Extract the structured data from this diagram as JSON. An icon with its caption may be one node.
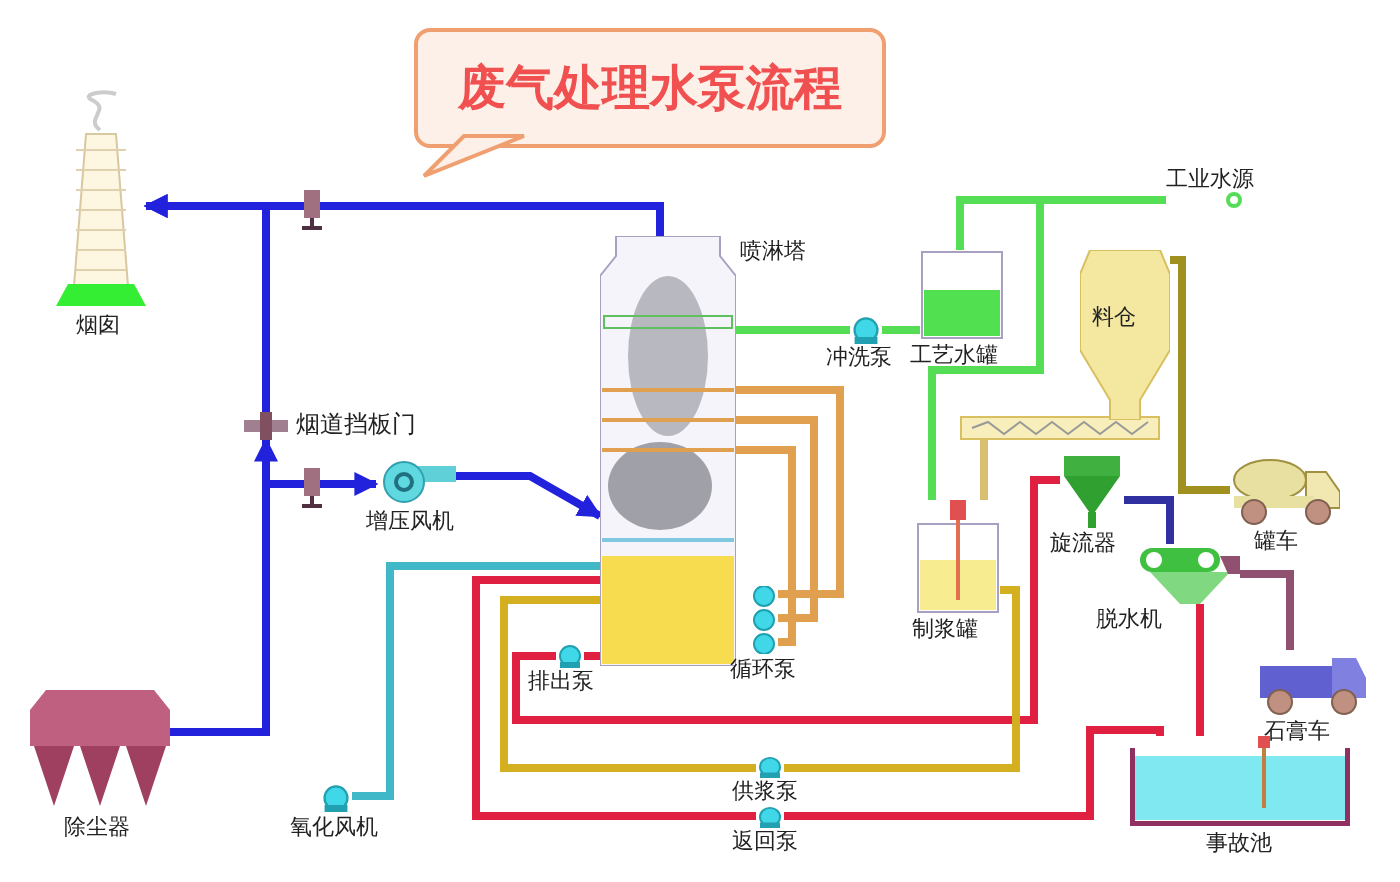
{
  "diagram": {
    "title": "废气处理水泵流程",
    "nodes": [
      {
        "text": [
          "烟囱"
        ]
      },
      {
        "text": [
          "喷淋塔"
        ]
      },
      {
        "text": [
          "烟道挡板门"
        ]
      },
      {
        "text": [
          "增压风机"
        ]
      },
      {
        "text": [
          "除尘器"
        ]
      },
      {
        "text": [
          "冲洗泵"
        ]
      },
      {
        "text": [
          "工艺水罐"
        ]
      },
      {
        "text": [
          "工业水源"
        ]
      },
      {
        "text": [
          "料仓"
        ]
      },
      {
        "text": [
          "罐车"
        ]
      },
      {
        "text": [
          "制浆罐"
        ]
      },
      {
        "text": [
          "旋流器"
        ]
      },
      {
        "text": [
          "脱水机"
        ]
      },
      {
        "text": [
          "石膏车"
        ]
      },
      {
        "text": [
          "事故池"
        ]
      },
      {
        "text": [
          "排出泵"
        ]
      },
      {
        "text": [
          "循环泵"
        ]
      },
      {
        "text": [
          "供浆泵"
        ]
      },
      {
        "text": [
          "返回泵"
        ]
      },
      {
        "text": [
          "氧化风机"
        ]
      }
    ],
    "edges": [
      {
        "from": 4,
        "to": 2,
        "arrow": "to",
        "color": "#2222dd"
      },
      {
        "from": 2,
        "to": 0,
        "arrow": "to",
        "color": "#2222dd"
      },
      {
        "from": 4,
        "to": 3,
        "arrow": "to",
        "color": "#2222dd"
      },
      {
        "from": 3,
        "to": 1,
        "arrow": "to",
        "color": "#2222dd"
      },
      {
        "from": 1,
        "to": 0,
        "arrow": "to",
        "color": "#2222dd"
      },
      {
        "from": 6,
        "to": 5,
        "arrow": "none",
        "color": "#55dd55"
      },
      {
        "from": 5,
        "to": 1,
        "arrow": "none",
        "color": "#55dd55"
      },
      {
        "from": 7,
        "to": 6,
        "arrow": "none",
        "color": "#55dd55"
      },
      {
        "from": 7,
        "to": 10,
        "arrow": "none",
        "color": "#55dd55"
      },
      {
        "from": 8,
        "to": 10,
        "arrow": "none",
        "color": "#d8c070"
      },
      {
        "from": 8,
        "to": 9,
        "arrow": "none",
        "color": "#a09020"
      },
      {
        "from": 16,
        "to": 1,
        "arrow": "none",
        "color": "#e0a050"
      },
      {
        "from": 16,
        "to": 1,
        "arrow": "none",
        "color": "#e0a050"
      },
      {
        "from": 16,
        "to": 1,
        "arrow": "none",
        "color": "#e0a050"
      },
      {
        "from": 1,
        "to": 15,
        "arrow": "none",
        "color": "#e02040"
      },
      {
        "from": 15,
        "to": 11,
        "arrow": "none",
        "color": "#e02040"
      },
      {
        "from": 10,
        "to": 17,
        "arrow": "none",
        "color": "#d4b020"
      },
      {
        "from": 17,
        "to": 1,
        "arrow": "none",
        "color": "#d4b020"
      },
      {
        "from": 11,
        "to": 12,
        "arrow": "none",
        "color": "#3030a0"
      },
      {
        "from": 12,
        "to": 13,
        "arrow": "none",
        "color": "#905070"
      },
      {
        "from": 12,
        "to": 14,
        "arrow": "none",
        "color": "#e02040"
      },
      {
        "from": 14,
        "to": 18,
        "arrow": "none",
        "color": "#e02040"
      },
      {
        "from": 18,
        "to": 1,
        "arrow": "none",
        "color": "#e02040"
      },
      {
        "from": 19,
        "to": 1,
        "arrow": "none",
        "color": "#40b8c8"
      }
    ]
  }
}
